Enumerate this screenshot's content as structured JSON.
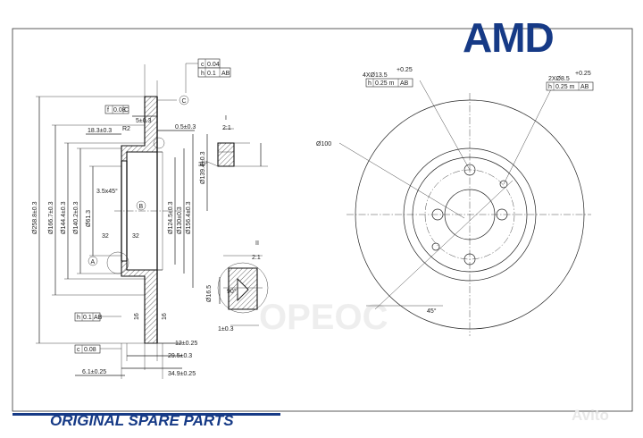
{
  "brand": {
    "logo_text": "AMD",
    "color": "#163a86"
  },
  "footer": {
    "tagline": "ORIGINAL SPARE PARTS",
    "color": "#163a86"
  },
  "watermark": {
    "text": "OPEOC",
    "site": "Avito"
  },
  "drawing": {
    "tolerance_top": {
      "row1": [
        "c",
        "0.04"
      ],
      "row2": [
        "h",
        "0.1",
        "AB"
      ]
    },
    "tolerance_f": [
      "f",
      "0.08",
      "C"
    ],
    "datum_c": "C",
    "datum_a": "A",
    "datum_b": "B",
    "dim_5": "5±0.3",
    "dim_r2": "R2",
    "dim_05": "0.5±0.3",
    "dim_183": "18.3±0.3",
    "chamfer": "3.5x45°",
    "angle_32a": "32",
    "angle_32b": "32",
    "dia_2588": "Ø258.8±0.3",
    "dia_1667": "Ø166.7±0.3",
    "dia_1444": "Ø144.4±0.3",
    "dia_1402": "Ø140.2±0.3",
    "dia_613": "Ø61.3",
    "dia_1245": "Ø124.5±0.3",
    "dia_130": "Ø130±0.3",
    "dia_1564": "Ø156.4±0.3",
    "dia_1394": "Ø139.4±0.3",
    "dim_16a": "16",
    "dim_16b": "16",
    "tol_h_left": [
      "h",
      "0.1",
      "AB"
    ],
    "tol_c_left": [
      "c",
      "0.08"
    ],
    "dim_12": "12±0.25",
    "dim_295": "29.5±0.3",
    "dim_61": "6.1±0.25",
    "dim_349": "34.9±0.25",
    "detail1": {
      "roman": "I",
      "scale": "2:1",
      "angle": "30°"
    },
    "detail2": {
      "roman": "II",
      "scale": "2:1",
      "angle": "90°",
      "dia": "Ø16.5",
      "dim": "1±0.3"
    },
    "holes_4": {
      "text": "4XØ13.5",
      "sup": "+0.25",
      "tol": [
        "h",
        "0.25 m",
        "AB"
      ]
    },
    "holes_2": {
      "text": "2XØ8.5",
      "sup": "+0.25",
      "tol": [
        "h",
        "0.25 m",
        "AB"
      ]
    },
    "dia_100": "Ø100",
    "angle_45": "45°"
  }
}
